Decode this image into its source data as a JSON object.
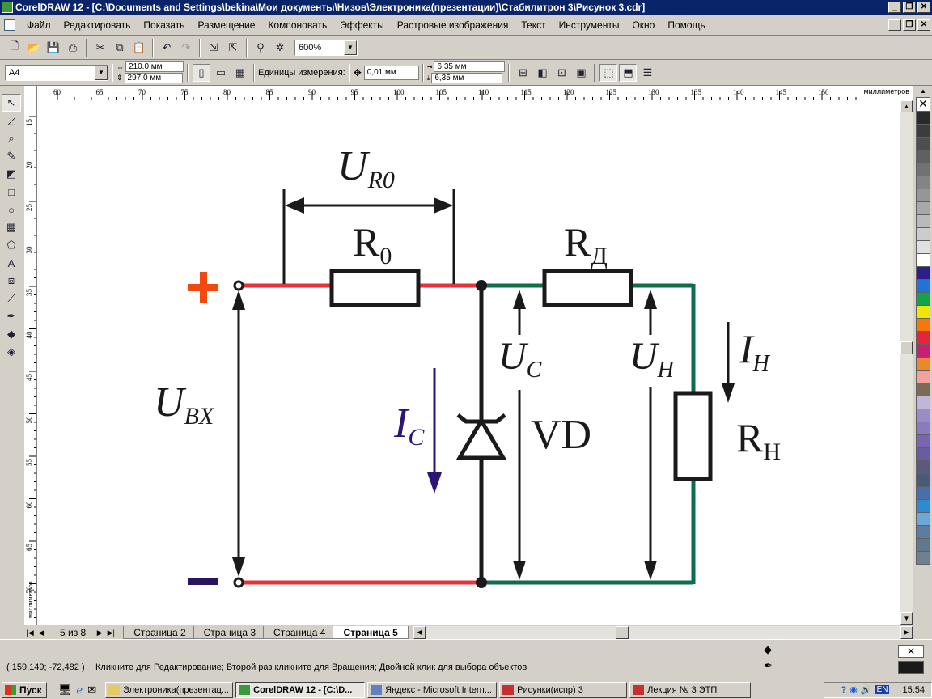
{
  "window": {
    "title": "CorelDRAW 12 - [C:\\Documents and Settings\\bekina\\Мои документы\\Низов\\Электроника(презентации)\\Стабилитрон 3\\Рисунок 3.cdr]",
    "minimize": "_",
    "restore": "❐",
    "close": "✕"
  },
  "menu": [
    "Файл",
    "Редактировать",
    "Показать",
    "Размещение",
    "Компоновать",
    "Эффекты",
    "Растровые изображения",
    "Текст",
    "Инструменты",
    "Окно",
    "Помощь"
  ],
  "toolbar": {
    "zoom": "600%",
    "page_size": "A4",
    "width": "210.0 мм",
    "height": "297.0 мм",
    "units_label": "Единицы измерения:",
    "nudge": "0,01 мм",
    "dup_x": "6,35 мм",
    "dup_y": "6,35 мм"
  },
  "ruler": {
    "unit_label": "миллиметров",
    "h_ticks": [
      "60",
      "65",
      "70",
      "75",
      "80",
      "85",
      "90",
      "95",
      "100",
      "105",
      "110",
      "115",
      "120",
      "125",
      "130",
      "135",
      "140",
      "145",
      "150"
    ],
    "v_ticks": [
      "15",
      "20",
      "25",
      "30",
      "35",
      "40",
      "45",
      "50",
      "55",
      "60",
      "65",
      "70"
    ]
  },
  "palette_colors": [
    "#ffffff",
    "#2a2a2a",
    "#3c3c3c",
    "#4e4e4e",
    "#606060",
    "#727272",
    "#848484",
    "#969696",
    "#a8a8a8",
    "#bababa",
    "#cccccc",
    "#e0e0e0",
    "#ffffff",
    "#2b1f8a",
    "#1f74d6",
    "#0fa54a",
    "#f2e600",
    "#f5780a",
    "#e8243a",
    "#c71f74",
    "#e8892a",
    "#f4a09c",
    "#7b6a56",
    "#bfb6d8",
    "#9a8dc4",
    "#8a7bbd",
    "#7a66b0",
    "#6a5ca0",
    "#5a5a80",
    "#4a5a78",
    "#4870a8",
    "#2f8ad0",
    "#6aa8d8",
    "#5c7ca0",
    "#607890",
    "#708090"
  ],
  "diagram": {
    "u_r0": "U",
    "u_r0_sub": "R0",
    "r0": "R",
    "r0_sub": "0",
    "rd": "R",
    "rd_sub": "Д",
    "plus": "+",
    "minus": "−",
    "u_vx": "U",
    "u_vx_sub": "BX",
    "u_c": "U",
    "u_c_sub": "C",
    "u_n": "U",
    "u_n_sub": "Н",
    "i_n": "I",
    "i_n_sub": "Н",
    "i_c": "I",
    "i_c_sub": "C",
    "vd": "VD",
    "rn": "R",
    "rn_sub": "Н",
    "colors": {
      "red": "#e8323a",
      "green": "#0e6e4a",
      "black": "#1a1a1a",
      "purple": "#2c1478",
      "orange": "#f04a10",
      "dark_purple": "#2a1460"
    }
  },
  "pages": {
    "counter": "5 из 8",
    "tabs": [
      "Страница 2",
      "Страница 3",
      "Страница 4",
      "Страница 5"
    ],
    "active": "Страница 5"
  },
  "status": {
    "coords": "( 159,149; -72,482 )",
    "hint": "Кликните для Редактирование; Второй раз кликните для Вращения; Двойной клик для выбора объектов"
  },
  "taskbar": {
    "start": "Пуск",
    "tasks": [
      "Электроника(презентац...",
      "CorelDRAW 12 - [C:\\D...",
      "Яндекс - Microsoft Intern...",
      "Рисунки(испр) 3",
      "Лекция № 3 ЭТП"
    ],
    "lang": "EN",
    "time": "15:54"
  }
}
